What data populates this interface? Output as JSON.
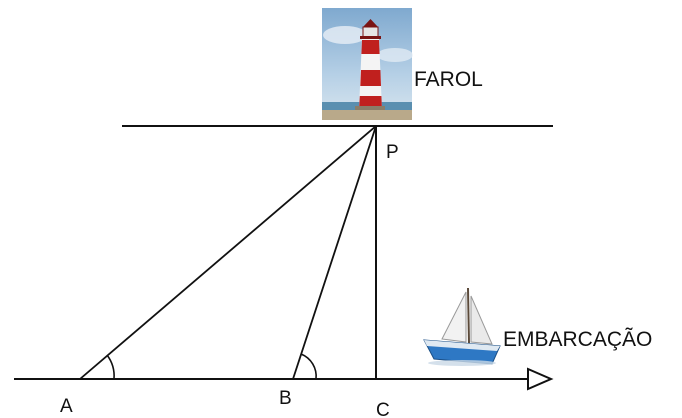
{
  "labels": {
    "farol": "FAROL",
    "embarcacao": "EMBARCAÇÃO",
    "point_a": "A",
    "point_b": "B",
    "point_c": "C",
    "point_p": "P"
  },
  "icons": {
    "lighthouse": "lighthouse-icon",
    "sailboat": "sailboat-icon"
  },
  "colors": {
    "line": "#111111",
    "lighthouse_red": "#c0201e",
    "lighthouse_white": "#f4f4f4",
    "sky": "#9fc2de",
    "boat_hull": "#2e78c4",
    "sail": "#f2f2f2"
  }
}
